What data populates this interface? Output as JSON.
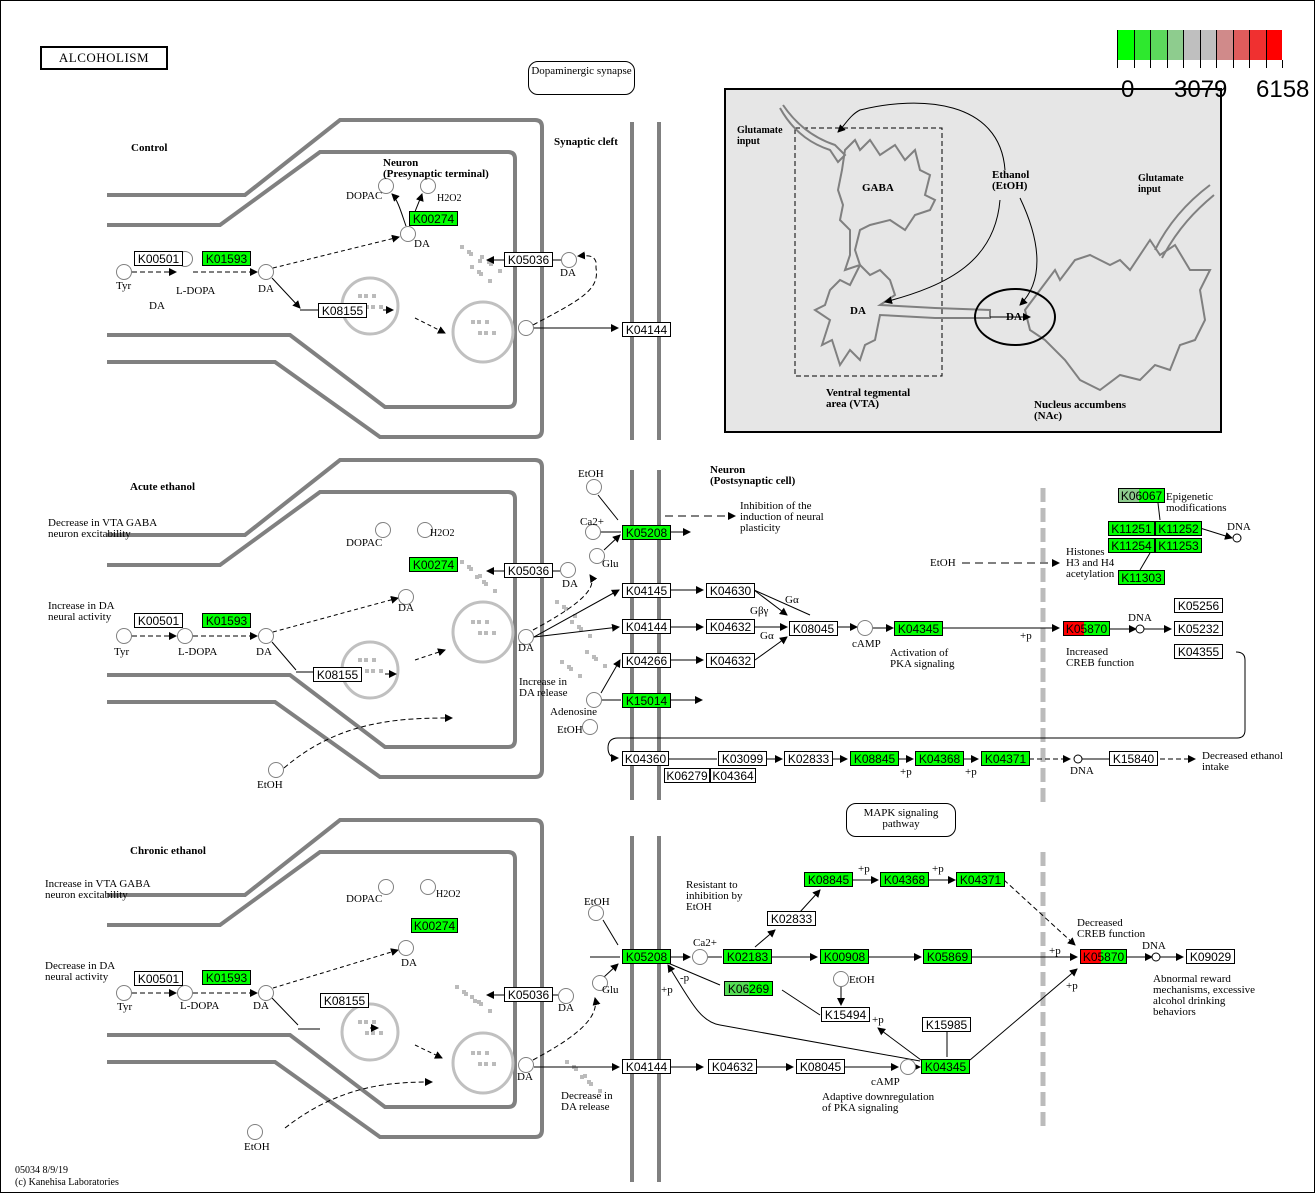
{
  "title": "ALCOHOLISM",
  "footer": {
    "id_date": "05034 8/9/19",
    "copyright": "(c) Kanehisa Laboratories"
  },
  "legend": {
    "min": "0",
    "mid": "3079",
    "max": "6158",
    "colors": [
      "#00ff00",
      "#2ee82e",
      "#5cd85c",
      "#8ecc8e",
      "#bfbfbf",
      "#bfbfbf",
      "#d08a8a",
      "#e05c5c",
      "#f03030",
      "#ff0000"
    ]
  },
  "colors": {
    "up_green": "#00ff00",
    "red": "#ff0000",
    "partial_green": "#55dd55",
    "inset_bg": "#e6e6e6",
    "membrane": "#808080",
    "vesicle": "#c0c0c0",
    "divider": "#bbbbbb"
  },
  "map_links": {
    "dopaminergic": "Dopaminergic\nsynapse",
    "mapk": "MAPK signaling\npathway"
  },
  "inset": {
    "glutamate_left": "Glutamate\ninput",
    "gaba": "GABA",
    "da": "DA",
    "ethanol": "Ethanol\n(EtOH)",
    "glutamate_right": "Glutamate\ninput",
    "da_synapse": "DA",
    "vta": "Ventral tegmental\narea (VTA)",
    "nac": "Nucleus accumbens\n(NAc)"
  },
  "sections": {
    "control": {
      "heading": "Control",
      "synaptic_cleft": "Synaptic cleft",
      "neuron_pre": "Neuron\n(Presynaptic terminal)",
      "labels": {
        "dopac": "DOPAC",
        "h2o2": "H2O2",
        "da_top": "DA",
        "tyr": "Tyr",
        "ldopa": "L-DOPA",
        "da_mid": "DA",
        "da_below": "DA",
        "da_cleft": "DA"
      },
      "genes": {
        "K00274": "K00274",
        "K00501": "K00501",
        "K01593": "K01593",
        "K08155": "K08155",
        "K05036": "K05036",
        "K04144": "K04144"
      }
    },
    "acute": {
      "heading": "Acute ethanol",
      "neuron_post": "Neuron\n(Postsynaptic cell)",
      "note_gaba": "Decrease in VTA GABA\nneuron excitability",
      "note_da": "Increase in DA\nneural activity",
      "note_release": "Increase in\nDA release",
      "note_inhib": "Inhibition of the\ninduction of neural\nplasticity",
      "note_pka": "Activation of\nPKA signaling",
      "note_creb": "Increased\nCREB function",
      "note_epi": "Epigenetic\nmodifications",
      "note_hist": "Histones\nH3 and H4\nacetylation",
      "note_intake": "Decreased ethanol\nintake",
      "labels": {
        "etoh_top": "EtOH",
        "ca": "Ca2+",
        "glu": "Glu",
        "da_cleft": "DA",
        "da_rel": "DA",
        "adenosine": "Adenosine",
        "etoh_aden": "EtOH",
        "etoh_pre": "EtOH",
        "dopac": "DOPAC",
        "h2o2": "H2O2",
        "da_top": "DA",
        "tyr": "Tyr",
        "ldopa": "L-DOPA",
        "da_mid": "DA",
        "galpha1": "Gα",
        "gbg": "Gβγ",
        "galpha2": "Gα",
        "camp": "cAMP",
        "plus_p1": "+p",
        "dna1": "DNA",
        "dna2": "DNA",
        "dna3": "DNA",
        "plus_p2": "+p",
        "plus_p3": "+p",
        "etoh_right": "EtOH"
      },
      "genes": [
        "K00274",
        "K00501",
        "K01593",
        "K08155",
        "K05036",
        "K05208",
        "K04145",
        "K04144",
        "K04266",
        "K15014",
        "K04630",
        "K04632",
        "K04632",
        "K08045",
        "K04345",
        "K05870",
        "K06067",
        "K11251",
        "K11252",
        "K11254",
        "K11253",
        "K11303",
        "K05256",
        "K05232",
        "K04355",
        "K04360",
        "K03099",
        "K02833",
        "K08845",
        "K04368",
        "K04371",
        "K15840",
        "K06279",
        "K04364"
      ]
    },
    "chronic": {
      "heading": "Chronic ethanol",
      "note_gaba": "Increase in VTA GABA\nneuron excitability",
      "note_da": "Decrease in DA\nneural activity",
      "note_release": "Decrease in\nDA release",
      "note_resist": "Resistant to\ninhibition by\nEtOH",
      "note_pka": "Adaptive downregulation\nof PKA signaling",
      "note_creb": "Decreased\nCREB function",
      "note_abn": "Abnormal reward\nmechanisms, excessive\nalcohol drinking\nbehaviors",
      "labels": {
        "etoh_top": "EtOH",
        "ca": "Ca2+",
        "glu": "Glu",
        "da_cleft": "DA",
        "da_rel": "DA",
        "etoh_pre": "EtOH",
        "dopac": "DOPAC",
        "h2o2": "H2O2",
        "da_top": "DA",
        "tyr": "Tyr",
        "ldopa": "L-DOPA",
        "da_mid": "DA",
        "minus_p": "-p",
        "plus_p_a": "+p",
        "plus_p_b": "+p",
        "plus_p_c": "+p",
        "plus_p_d": "+p",
        "plus_p_e": "+p",
        "plus_p_f": "+p",
        "etoh_mid": "EtOH",
        "camp": "cAMP",
        "dna": "DNA"
      },
      "genes": [
        "K00274",
        "K00501",
        "K01593",
        "K08155",
        "K05036",
        "K05208",
        "K04144",
        "K04632",
        "K08045",
        "K04345",
        "K02183",
        "K00908",
        "K05869",
        "K02833",
        "K08845",
        "K04368",
        "K04371",
        "K06269",
        "K15494",
        "K15985",
        "K05870",
        "K09029"
      ]
    }
  }
}
